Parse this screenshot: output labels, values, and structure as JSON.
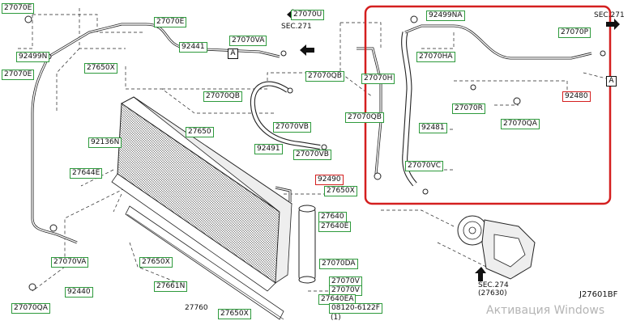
{
  "diagram": {
    "drawing_code": "J27601BF",
    "watermark": "Активация Windows",
    "reference_box": "A",
    "highlight_color": "#d41f1f",
    "label_border_color": "#2e9a3c"
  },
  "labels": {
    "p27070e_1": "27070E",
    "p27070e_2": "27070E",
    "p92441": "92441",
    "p27070va_1": "27070VA",
    "p27070u": "27070U",
    "p92499n": "92499N",
    "p27070e_3": "27070E",
    "p27650x_1": "27650X",
    "p27070qb_1": "27070QB",
    "p27070qb_2": "27070QB",
    "p27650": "27650",
    "p92136n": "92136N",
    "p27644e": "27644E",
    "p27070vb_1": "27070VB",
    "p92491": "92491",
    "p27070vb_2": "27070VB",
    "p27070qb_3": "27070QB",
    "p92490": "92490",
    "p27650x_2": "27650X",
    "p27640": "27640",
    "p27640e": "27640E",
    "p27070va_2": "27070VA",
    "p27650x_3": "27650X",
    "p27070da": "27070DA",
    "p27661n": "27661N",
    "p27070v_1": "27070V",
    "p27070v_2": "27070V",
    "p27640ea": "27640EA",
    "p92440": "92440",
    "p27070qa_1": "27070QA",
    "p27760": "27760",
    "p27650x_4": "27650X",
    "p08120": "08120-6122F",
    "p92499na": "92499NA",
    "p27070p": "27070P",
    "p27070ha": "27070HA",
    "p27070h": "27070H",
    "p27070r": "27070R",
    "p92480": "92480",
    "p27070qa_2": "27070QA",
    "p92481": "92481",
    "p27070vc": "27070VC"
  },
  "refs": {
    "sec271_a": "SEC.271",
    "sec271_b": "SEC.271",
    "sec274": "SEC.274",
    "sec274_sub": "(27630)",
    "bolt_qty": "(1)"
  }
}
